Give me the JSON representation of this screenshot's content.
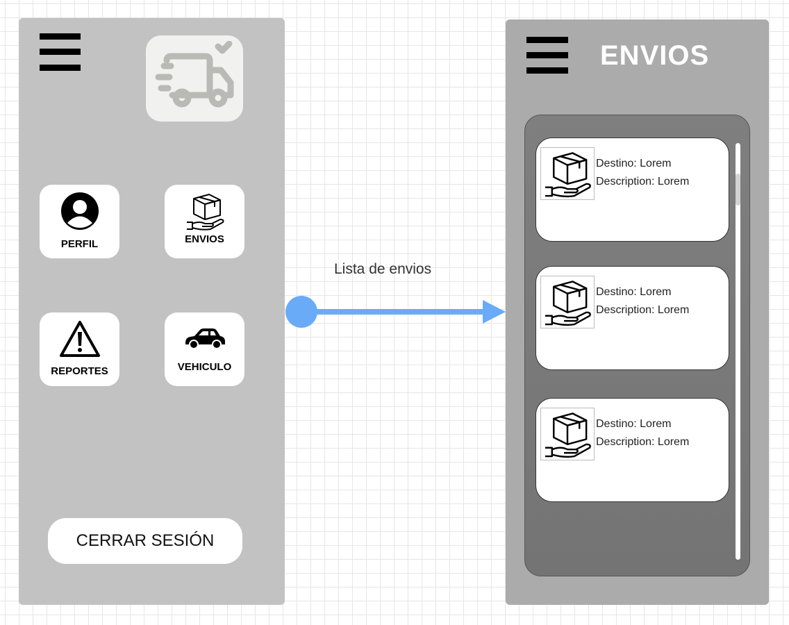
{
  "menu_screen": {
    "menu_icon": "hamburger-menu-icon",
    "logo_icon": "delivery-truck-icon",
    "tiles": [
      {
        "label": "PERFIL",
        "icon": "user-profile-icon"
      },
      {
        "label": "ENVIOS",
        "icon": "package-hand-icon"
      },
      {
        "label": "REPORTES",
        "icon": "warning-triangle-icon"
      },
      {
        "label": "VEHICULO",
        "icon": "car-icon"
      }
    ],
    "logout_label": "CERRAR SESIÓN"
  },
  "connector": {
    "label": "Lista de envios",
    "color": "#6aabf7"
  },
  "envios_screen": {
    "menu_icon": "hamburger-menu-icon",
    "title": "ENVIOS",
    "cards": [
      {
        "destino": "Destino: Lorem",
        "description": "Description: Lorem",
        "icon": "package-hand-icon"
      },
      {
        "destino": "Destino: Lorem",
        "description": "Description: Lorem",
        "icon": "package-hand-icon"
      },
      {
        "destino": "Destino: Lorem",
        "description": "Description: Lorem",
        "icon": "package-hand-icon"
      }
    ]
  },
  "colors": {
    "left_panel_bg": "#c2c2c2",
    "right_panel_bg": "#ababab",
    "list_bg": "#7a7a7a",
    "tile_bg": "#ffffff"
  }
}
